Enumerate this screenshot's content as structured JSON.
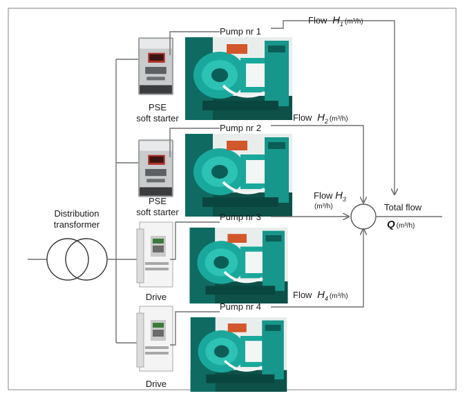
{
  "diagram": {
    "transformer": {
      "label_line1": "Distribution",
      "label_line2": "transformer"
    },
    "starters": [
      {
        "line1": "PSE",
        "line2": "soft starter",
        "kind": "soft-starter"
      },
      {
        "line1": "PSE",
        "line2": "soft starter",
        "kind": "soft-starter"
      },
      {
        "line1": "Drive",
        "line2": "",
        "kind": "drive"
      },
      {
        "line1": "Drive",
        "line2": "",
        "kind": "drive"
      }
    ],
    "pumps": [
      {
        "label": "Pump nr 1"
      },
      {
        "label": "Pump nr 2"
      },
      {
        "label": "Pump nr 3"
      },
      {
        "label": "Pump nr 4"
      }
    ],
    "flows": [
      {
        "prefix": "Flow ",
        "symbol": "H",
        "sub": "1",
        "unit": "(m³/h)"
      },
      {
        "prefix": "Flow ",
        "symbol": "H",
        "sub": "2",
        "unit": "(m³/h)"
      },
      {
        "prefix": "Flow ",
        "symbol": "H",
        "sub": "3",
        "unit": "(m³/h)"
      },
      {
        "prefix": "Flow ",
        "symbol": "H",
        "sub": "4",
        "unit": "(m³/h)"
      }
    ],
    "total": {
      "label": "Total flow",
      "symbol": "Q",
      "unit": "(m³/h)"
    }
  },
  "colors": {
    "wire": "#6f6f6f",
    "pump_teal": "#1aa89c",
    "pump_dark": "#0b5e57",
    "starter_body": "#c9c9c9",
    "drive_body": "#e4e4e4",
    "frame": "#9a9a9a"
  }
}
